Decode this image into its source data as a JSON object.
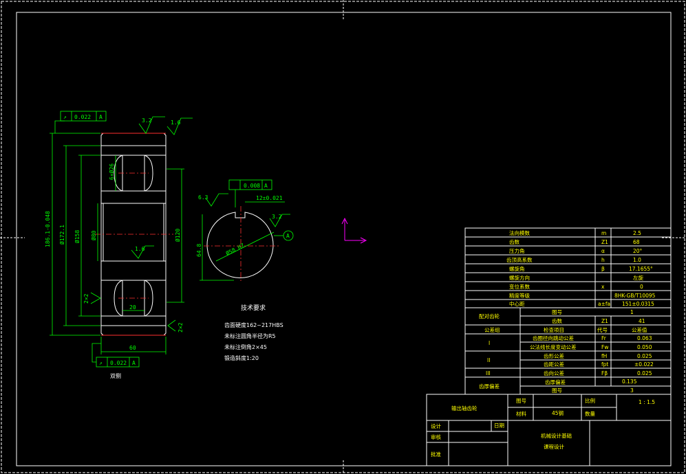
{
  "drawing": {
    "gear_view": {
      "dims": {
        "tip_dia": "186.1-0.048",
        "d1": "Ø172.1",
        "d2": "Ø158",
        "bore": "Ø80",
        "hub": "Ø120",
        "holes": "6×Ø26",
        "width": "60",
        "web": "20",
        "chamfer_left": "2×2",
        "chamfer_right": "2×2",
        "rough_top1": "3.2",
        "rough_top2": "1.6",
        "rough_mid": "1.6",
        "tol_top_sym": "↗",
        "tol_top_val": "0.022",
        "tol_top_ref": "A",
        "tol_bot_sym": "↗",
        "tol_bot_val": "0.022",
        "tol_bot_ref": "A"
      },
      "view_label": "双侧"
    },
    "section_view": {
      "tol_val": "0.008",
      "tol_ref": "A",
      "key_width": "12±0.021",
      "depth": "64.8",
      "bore_dia": "Ø58 H7",
      "rough_left": "6.3",
      "rough_right": "3.2",
      "datum": "A"
    },
    "tech_req": {
      "title": "技术要求",
      "lines": [
        "齿面硬度162~217HBS",
        "未标注圆角半径为R5",
        "未标注倒角2×45",
        "锻造斜度1:20"
      ]
    }
  },
  "spec_table": {
    "rows": [
      {
        "label": "法向模数",
        "sym": "m",
        "val": "2.5"
      },
      {
        "label": "齿数",
        "sym": "Z1",
        "val": "68"
      },
      {
        "label": "压力角",
        "sym": "α",
        "val": "20°"
      },
      {
        "label": "齿顶高系数",
        "sym": "h",
        "val": "1.0"
      },
      {
        "label": "螺旋角",
        "sym": "β",
        "val": "17.1655°"
      },
      {
        "label": "螺旋方向",
        "sym": "",
        "val": "左旋"
      },
      {
        "label": "变位系数",
        "sym": "x",
        "val": "0"
      },
      {
        "label": "精度等级",
        "sym": "",
        "val": "8HK-GB/T10095"
      },
      {
        "label": "中心距",
        "sym": "a±fa",
        "val": "151±0.0315"
      }
    ],
    "pair": {
      "label": "配对齿轮",
      "sub1": "图号",
      "val1": "1",
      "sub2": "齿数",
      "sym2": "Z1",
      "val2": "41"
    },
    "header": {
      "group": "公差组",
      "item": "检查项目",
      "code": "代号",
      "value": "公差值"
    },
    "groups": [
      {
        "name": "I",
        "items": [
          {
            "item": "齿圈径向跳动公差",
            "code": "Fr",
            "value": "0.063"
          },
          {
            "item": "公法线长度变动公差",
            "code": "Fw",
            "value": "0.050"
          }
        ]
      },
      {
        "name": "II",
        "items": [
          {
            "item": "齿形公差",
            "code": "fH",
            "value": "0.025"
          },
          {
            "item": "齿距公差",
            "code": "fpt",
            "value": "±0.022"
          }
        ]
      },
      {
        "name": "III",
        "items": [
          {
            "item": "齿向公差",
            "code": "Fβ",
            "value": "0.025"
          }
        ]
      }
    ],
    "backlash": {
      "label": "齿厚偏差",
      "sub1": "齿厚偏差",
      "val1": "0.135",
      "sub2": "图号",
      "val2": "3"
    }
  },
  "title_block": {
    "part_name": "输出轴齿轮",
    "drawing_no_label": "图号",
    "scale_label": "比例",
    "scale_val": "1 : 1.5",
    "material_label": "材料",
    "material_val": "45钢",
    "qty_label": "数量",
    "designer_label": "设计",
    "date_label": "日期",
    "checker_label": "审核",
    "approver_label": "批准",
    "course": "机械设计基础",
    "project": "课程设计"
  }
}
